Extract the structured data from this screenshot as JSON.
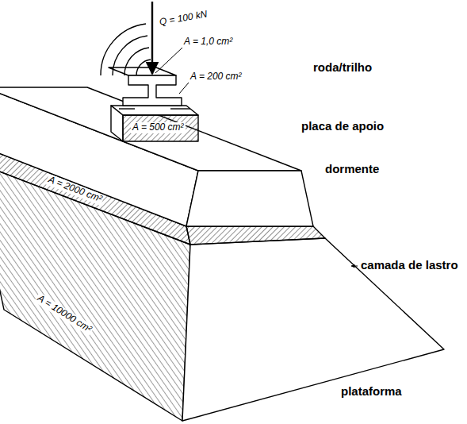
{
  "diagram": {
    "labels": [
      "Q = 100 kN",
      "A = 1,0 cm²",
      "roda/trilho",
      "A = 200 cm²",
      "placa de apoio",
      "A = 500 cm²",
      "dormente",
      "A = 2000 cm²",
      "camada de lastro",
      "A = 10000 cm²",
      "plataforma"
    ]
  }
}
